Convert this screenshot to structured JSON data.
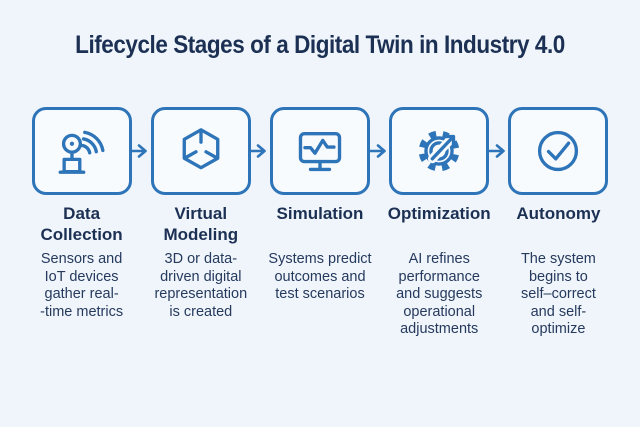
{
  "title": "Lifecycle Stages of a Digital Twin in Industry 4.0",
  "colors": {
    "background": "#eff5fa",
    "accent_blue": "#2e74b8",
    "heading_navy": "#1c3054",
    "body_navy": "#263a5e",
    "box_fill": "#f8fbfd"
  },
  "stages": [
    {
      "icon": "sensor-iot-icon",
      "title": "Data\nCollection",
      "description": "Sensors and\nIoT devices\ngather real-\n-time metrics"
    },
    {
      "icon": "cube-3d-icon",
      "title": "Virtual\nModeling",
      "description": "3D or data-\ndriven digital\nrepresentation\nis created"
    },
    {
      "icon": "monitor-waveform-icon",
      "title": "Simulation",
      "description": "Systems predict\noutcomes and\ntest scenarios"
    },
    {
      "icon": "gear-arrow-icon",
      "title": "Optimization",
      "description": "AI refines\nperformance\nand suggests\noperational\nadjustments"
    },
    {
      "icon": "check-circle-icon",
      "title": "Autonomy",
      "description": "The system\nbegins to\nself–correct\nand self-\noptimize"
    }
  ]
}
